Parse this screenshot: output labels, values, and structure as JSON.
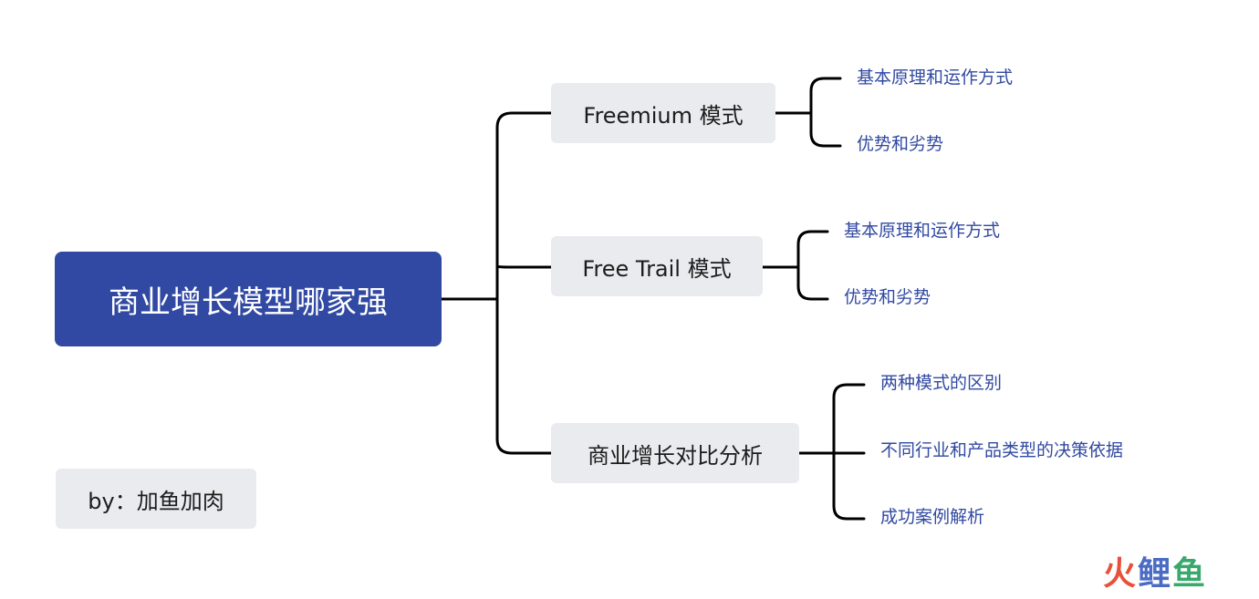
{
  "mindmap": {
    "root": "商业增长模型哪家强",
    "branches": [
      {
        "label": "Freemium 模式",
        "leaves": [
          "基本原理和运作方式",
          "优势和劣势"
        ]
      },
      {
        "label": "Free Trail 模式",
        "leaves": [
          "基本原理和运作方式",
          "优势和劣势"
        ]
      },
      {
        "label": "商业增长对比分析",
        "leaves": [
          "两种模式的区别",
          "不同行业和产品类型的决策依据",
          "成功案例解析"
        ]
      }
    ],
    "credit": "by：加鱼加肉"
  },
  "watermark": {
    "chars": [
      "火",
      "鲤",
      "鱼"
    ],
    "colors": [
      "#e8503a",
      "#4b6cc4",
      "#38a86c"
    ]
  },
  "colors": {
    "root_fill": "#3149a2",
    "branch_fill": "#e9ebee",
    "leaf_text": "#3149a2",
    "connector": "#000000"
  }
}
